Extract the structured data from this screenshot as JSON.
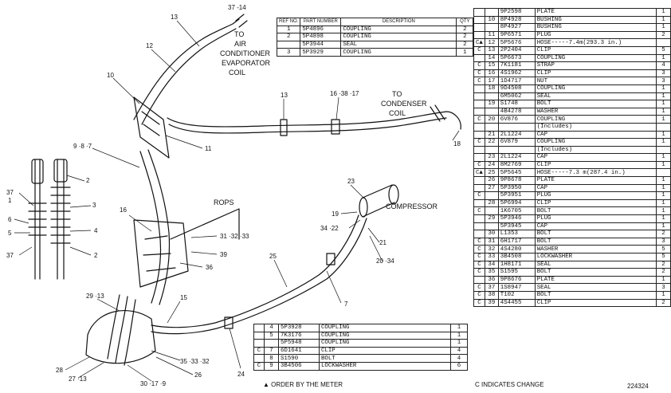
{
  "diagram": {
    "callouts": {
      "c37_14": "37 -14",
      "c13a": "13",
      "c12": "12",
      "c10": "10",
      "c11": "11",
      "c9_8_7": "9 ·8 ·7",
      "c13b": "13",
      "c16_38_17": "16 ·38 ·17",
      "c18": "18",
      "c2a": "2",
      "c37a": "37",
      "c1": "1",
      "c6": "6",
      "c5": "5",
      "c37b": "37",
      "c2b": "2",
      "c3": "3",
      "c4": "4",
      "c2c": "2",
      "c16": "16",
      "c31_32_33": "31 ·32 ·33",
      "c39": "39",
      "c36": "36",
      "c23": "23",
      "c19": "19",
      "c34_22": "34 ·22",
      "c21": "21",
      "c20_34": "20 ·34",
      "c25": "25",
      "c7": "7",
      "c29_13": "29 ·13",
      "c15": "15",
      "c28": "28",
      "c27_13": "27 ·13",
      "c30_17_9": "30 ·17 ·9",
      "c35_33_32": "35 ·33 ·32",
      "c26": "26",
      "c24": "24"
    },
    "labels": {
      "to_ac_1": "TO",
      "to_ac_2": "AIR",
      "to_ac_3": "CONDITIONER",
      "to_ac_4": "EVAPORATOR",
      "to_ac_5": "COIL",
      "to_cond_1": "TO",
      "to_cond_2": "CONDENSER",
      "to_cond_3": "COIL",
      "rops": "ROPS",
      "compressor": "COMPRESSOR"
    }
  },
  "table_top": {
    "headers": [
      "REF NO.",
      "PART NUMBER",
      "DESCRIPTION",
      "QTY"
    ],
    "rows": [
      {
        "ref": "1",
        "pn": "5P4896",
        "desc": "COUPLING",
        "qty": "2"
      },
      {
        "ref": "2",
        "pn": "5P4898",
        "desc": "COUPLING",
        "qty": "2"
      },
      {
        "ref": "",
        "pn": "5P3944",
        "desc": "SEAL",
        "qty": "2"
      },
      {
        "ref": "3",
        "pn": "5P3929",
        "desc": "COUPLING",
        "qty": "1"
      }
    ]
  },
  "table_main": {
    "rows": [
      {
        "c": "",
        "ref": "",
        "pn": "9P2598",
        "desc": "PLATE",
        "qty": "1"
      },
      {
        "c": "",
        "ref": "10",
        "pn": "8P4928",
        "desc": "BUSHING",
        "qty": "1"
      },
      {
        "c": "",
        "ref": "",
        "pn": "8P4927",
        "desc": "BUSHING",
        "qty": "1"
      },
      {
        "c": "",
        "ref": "11",
        "pn": "9P6571",
        "desc": "PLUG",
        "qty": "2"
      },
      {
        "c": "C▲",
        "ref": "12",
        "pn": "5P5676",
        "desc": "HOSE-----7.4m(293.3 in.)",
        "qty": ""
      },
      {
        "c": "C",
        "ref": "13",
        "pn": "2P2404",
        "desc": "CLIP",
        "qty": "5"
      },
      {
        "c": "",
        "ref": "14",
        "pn": "5P6673",
        "desc": "COUPLING",
        "qty": "1"
      },
      {
        "c": "C",
        "ref": "15",
        "pn": "7K1181",
        "desc": "STRAP",
        "qty": "4"
      },
      {
        "c": "C",
        "ref": "16",
        "pn": "4S1962",
        "desc": "CLIP",
        "qty": "3"
      },
      {
        "c": "C",
        "ref": "17",
        "pn": "1D4717",
        "desc": "NUT",
        "qty": "3"
      },
      {
        "c": "",
        "ref": "18",
        "pn": "9D4508",
        "desc": "COUPLING",
        "qty": "1"
      },
      {
        "c": "",
        "ref": "",
        "pn": "6M5062",
        "desc": "SEAL",
        "qty": "1"
      },
      {
        "c": "",
        "ref": "19",
        "pn": "S1748",
        "desc": "BOLT",
        "qty": "1"
      },
      {
        "c": "",
        "ref": "",
        "pn": "4B4278",
        "desc": "WASHER",
        "qty": "1"
      },
      {
        "c": "C",
        "ref": "20",
        "pn": "6V876",
        "desc": "COUPLING",
        "qty": "1"
      },
      {
        "c": "",
        "ref": "",
        "pn": "",
        "desc": "(Includes)",
        "qty": ""
      },
      {
        "c": "",
        "ref": "21",
        "pn": "2L1224",
        "desc": "CAP",
        "qty": "1"
      },
      {
        "c": "C",
        "ref": "22",
        "pn": "6V879",
        "desc": "COUPLING",
        "qty": "1"
      },
      {
        "c": "",
        "ref": "",
        "pn": "",
        "desc": "(Includes)",
        "qty": ""
      },
      {
        "c": "",
        "ref": "23",
        "pn": "2L1224",
        "desc": "CAP",
        "qty": "1"
      },
      {
        "c": "C",
        "ref": "24",
        "pn": "8M2769",
        "desc": "CLIP",
        "qty": "1"
      },
      {
        "c": "C▲",
        "ref": "25",
        "pn": "5P5645",
        "desc": "HOSE-----7.3 m(287.4 in.)",
        "qty": ""
      },
      {
        "c": "",
        "ref": "26",
        "pn": "9P8678",
        "desc": "PLATE",
        "qty": "1"
      },
      {
        "c": "",
        "ref": "27",
        "pn": "5P3950",
        "desc": "CAP",
        "qty": "1"
      },
      {
        "c": "C",
        "ref": "",
        "pn": "5P3951",
        "desc": "PLUG",
        "qty": "1"
      },
      {
        "c": "",
        "ref": "28",
        "pn": "5P6994",
        "desc": "CLIP",
        "qty": "1"
      },
      {
        "c": "C",
        "ref": "",
        "pn": "1K6705",
        "desc": "BOLT",
        "qty": "1"
      },
      {
        "c": "",
        "ref": "29",
        "pn": "5P3946",
        "desc": "PLUG",
        "qty": "1"
      },
      {
        "c": "",
        "ref": "",
        "pn": "5P3945",
        "desc": "CAP",
        "qty": "1"
      },
      {
        "c": "",
        "ref": "30",
        "pn": "L1353",
        "desc": "BOLT",
        "qty": "2"
      },
      {
        "c": "C",
        "ref": "31",
        "pn": "6H1717",
        "desc": "BOLT",
        "qty": "3"
      },
      {
        "c": "C",
        "ref": "32",
        "pn": "4S4280",
        "desc": "WASHER",
        "qty": "5"
      },
      {
        "c": "C",
        "ref": "33",
        "pn": "3B4508",
        "desc": "LOCKWASHER",
        "qty": "5"
      },
      {
        "c": "C",
        "ref": "34",
        "pn": "1H8171",
        "desc": "SEAL",
        "qty": "2"
      },
      {
        "c": "C",
        "ref": "35",
        "pn": "S1595",
        "desc": "BOLT",
        "qty": "2"
      },
      {
        "c": "",
        "ref": "36",
        "pn": "9P8676",
        "desc": "PLATE",
        "qty": "1"
      },
      {
        "c": "C",
        "ref": "37",
        "pn": "1S8947",
        "desc": "SEAL",
        "qty": "3"
      },
      {
        "c": "C",
        "ref": "38",
        "pn": "T102",
        "desc": "BOLT",
        "qty": "1"
      },
      {
        "c": "C",
        "ref": "39",
        "pn": "4S4455",
        "desc": "CLIP",
        "qty": "2"
      }
    ]
  },
  "table_bottom": {
    "rows": [
      {
        "c": "",
        "ref": "4",
        "pn": "5P3928",
        "desc": "COUPLING",
        "qty": "1"
      },
      {
        "c": "",
        "ref": "5",
        "pn": "7K3176",
        "desc": "COUPLING",
        "qty": "1"
      },
      {
        "c": "",
        "ref": "",
        "pn": "5P5948",
        "desc": "COUPLING",
        "qty": "1"
      },
      {
        "c": "C",
        "ref": "7",
        "pn": "6D1641",
        "desc": "CLIP",
        "qty": "4"
      },
      {
        "c": "",
        "ref": "8",
        "pn": "S1590",
        "desc": "BOLT",
        "qty": "4"
      },
      {
        "c": "C",
        "ref": "9",
        "pn": "3B4506",
        "desc": "LOCKWASHER",
        "qty": "6"
      }
    ]
  },
  "footer": {
    "order_note": "▲ ORDER BY THE METER",
    "change_note": "C INDICATES CHANGE",
    "drawing_no": "224324"
  }
}
